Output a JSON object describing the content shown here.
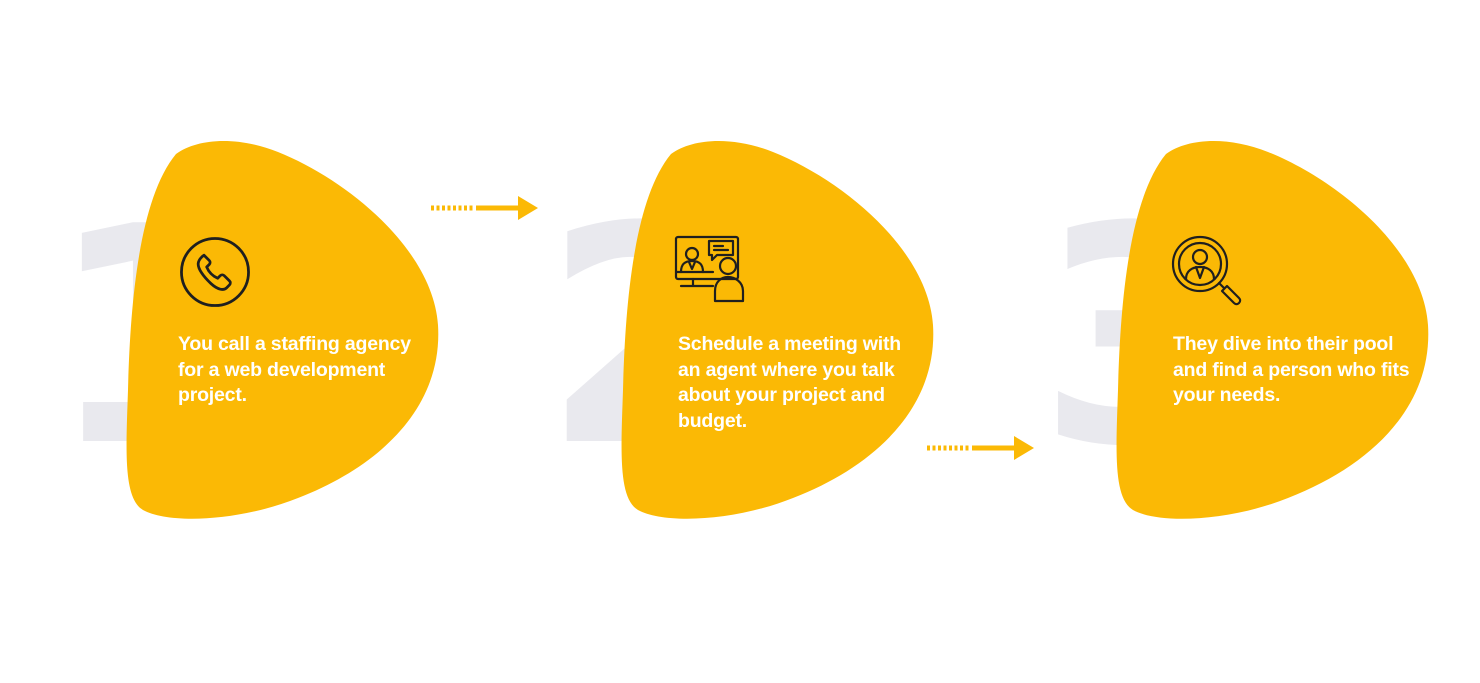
{
  "steps": [
    {
      "number": "1",
      "icon": "phone-icon",
      "text": "You call a staffing agency for a web development project."
    },
    {
      "number": "2",
      "icon": "video-meeting-icon",
      "text": "Schedule a meeting with an agent where you talk about your project and budget."
    },
    {
      "number": "3",
      "icon": "candidate-search-icon",
      "text": "They dive into their pool and find a person who fits your needs."
    }
  ],
  "colors": {
    "accent": "#fbb905",
    "step_number": "#e9e9ee",
    "text": "#ffffff",
    "icon_stroke": "#1f1f1f"
  }
}
